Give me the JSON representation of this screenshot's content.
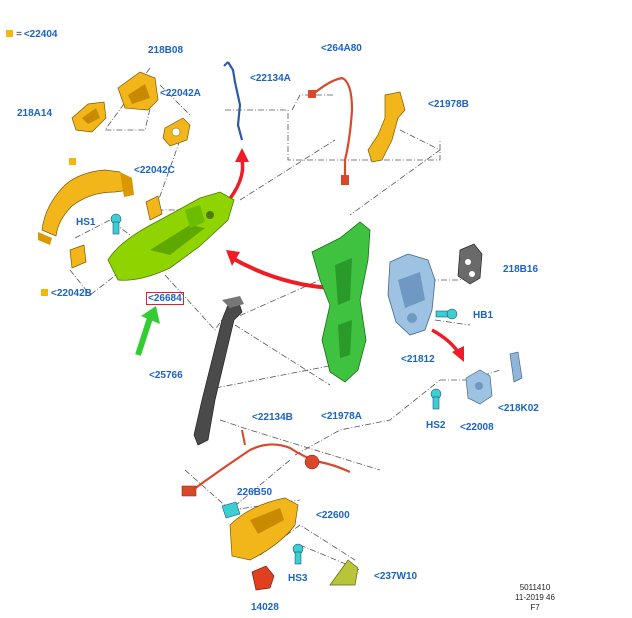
{
  "legend": {
    "symbol": "square",
    "eq": "=",
    "code": "<22404",
    "color": "#f5b70a"
  },
  "labels": {
    "l218B08": "218B08",
    "l218A14": "218A14",
    "l22042A": "<22042A",
    "l22134A": "<22134A",
    "l264A80": "<264A80",
    "l21978B": "<21978B",
    "l22042C": "<22042C",
    "lHS1": "HS1",
    "l22042B": "<22042B",
    "l26684": "<26684",
    "l25766": "<25766",
    "l21978A": "<21978A",
    "l218B16": "218B16",
    "lHB1": "HB1",
    "l21812": "<21812",
    "lHS2": "HS2",
    "l22008": "<22008",
    "l218K02": "<218K02",
    "l22134B": "<22134B",
    "l226B50": "226B50",
    "l22600": "<22600",
    "lHS3": "HS3",
    "l237W10": "<237W10",
    "l14028": "14028"
  },
  "footer": {
    "line1": "5011410",
    "line2": "11-2019 46",
    "line3": "F7"
  },
  "colors": {
    "yellow": "#f2b61b",
    "green": "#7fd000",
    "bright_green": "#33cc33",
    "blue_gray": "#8fb6d8",
    "red_arrow": "#ee1c24",
    "cable_red": "#d9482b",
    "link_blue": "#1a63c4"
  }
}
